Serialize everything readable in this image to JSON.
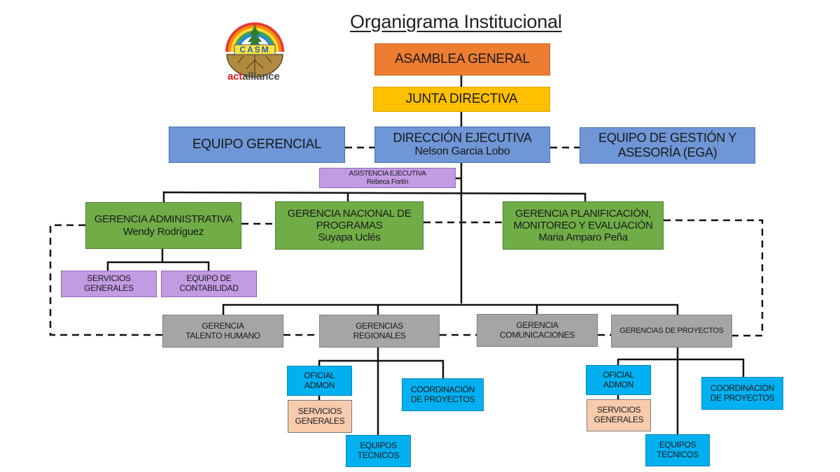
{
  "title": "Organigrama Institucional",
  "logo": {
    "name": "CASM",
    "letters": [
      "C",
      "A",
      "S",
      "M"
    ],
    "alliance_prefix": "act",
    "alliance_suffix": "alliance"
  },
  "colors": {
    "asamblea": "#ed7d31",
    "junta": "#ffc000",
    "direccion": "#6f96d6",
    "asistencia": "#c39be3",
    "gerencias": "#70ad47",
    "gerencias_secundarias": "#a5a5a5",
    "equipos": "#00b0f0",
    "servicios": "#f8cbad"
  },
  "nodes": {
    "asamblea": {
      "line1": "ASAMBLEA GENERAL"
    },
    "junta": {
      "line1": "JUNTA DIRECTIVA"
    },
    "equipo_gerencial": {
      "line1": "EQUIPO GERENCIAL"
    },
    "direccion": {
      "line1": "DIRECCIÓN EJECUTIVA",
      "line2": "Nelson Garcia Lobo"
    },
    "ega": {
      "line1": "EQUIPO DE GESTIÓN Y",
      "line2": "ASESORÍA (EGA)"
    },
    "asistencia": {
      "line1": "ASISTENCIA  EJECUTIVA",
      "line2": "Rebeca Fortín"
    },
    "g_admin": {
      "line1": "GERENCIA ADMINISTRATIVA",
      "line2": "Wendy Rodríguez"
    },
    "g_programas": {
      "line1": "GERENCIA NACIONAL DE",
      "line2": "PROGRAMAS",
      "line3": "Suyapa Uclés"
    },
    "g_planificacion": {
      "line1": "GERENCIA PLANIFICACIÓN,",
      "line2": "MONITOREO Y EVALUACIÓN",
      "line3": "Maria Amparo Peña"
    },
    "servicios_generales_admin": {
      "line1": "SERVICIOS",
      "line2": "GENERALES"
    },
    "contabilidad": {
      "line1": "EQUIPO DE",
      "line2": "CONTABILIDAD"
    },
    "talento": {
      "line1": "GERENCIA",
      "line2": "TALENTO HUMANO"
    },
    "regionales": {
      "line1": "GERENCIAS",
      "line2": "REGIONALES"
    },
    "comunicaciones": {
      "line1": "GERENCIA",
      "line2": "COMUNICACIONES"
    },
    "proyectos": {
      "line1": "GERENCIAS DE PROYECTOS"
    },
    "reg_oficial": {
      "line1": "OFICIAL",
      "line2": "ADMON"
    },
    "reg_servicios": {
      "line1": "SERVICIOS",
      "line2": "GENERALES"
    },
    "reg_coordinacion": {
      "line1": "COORDINACIÓN",
      "line2": "DE PROYECTOS"
    },
    "reg_equipos": {
      "line1": "EQUIPOS",
      "line2": "TECNICOS"
    },
    "pro_oficial": {
      "line1": "OFICIAL",
      "line2": "ADMON"
    },
    "pro_servicios": {
      "line1": "SERVICIOS",
      "line2": "GENERALES"
    },
    "pro_coordinacion": {
      "line1": "COORDINACIÓN",
      "line2": "DE PROYECTOS"
    },
    "pro_equipos": {
      "line1": "EQUIPOS",
      "line2": "TECNICOS"
    }
  }
}
